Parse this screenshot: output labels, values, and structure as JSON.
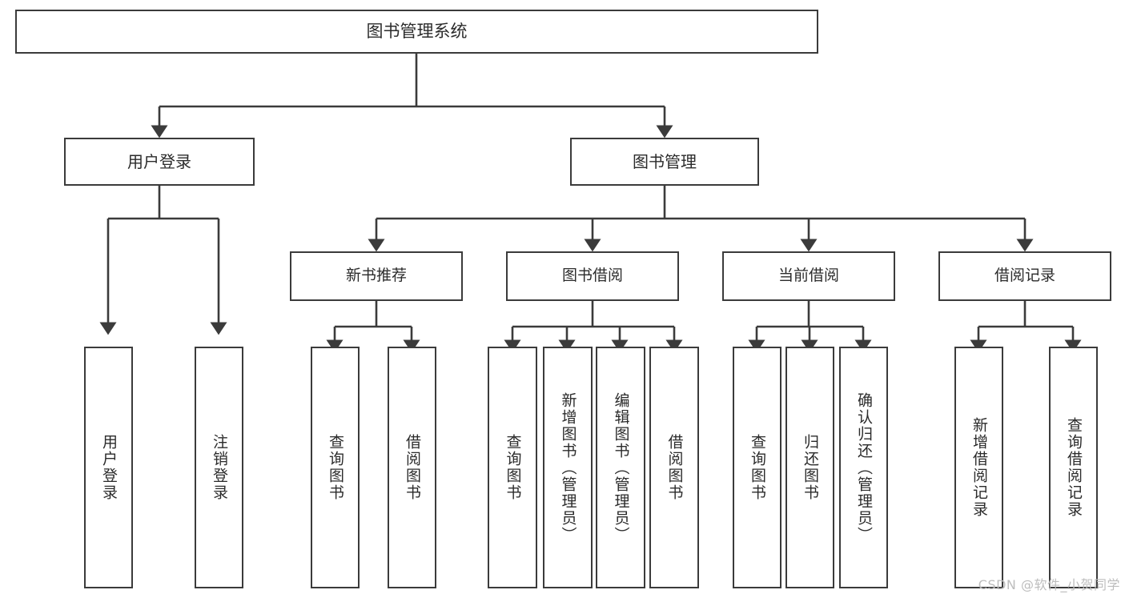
{
  "diagram": {
    "title": "图书管理系统",
    "watermark": "CSDN @软件_小贺同学",
    "colors": {
      "box_border": "#3b3b3b",
      "box_fill": "#ffffff",
      "connector": "#3b3b3b",
      "text": "#2b2b2b",
      "watermark": "#bdbdbd",
      "background": "#ffffff"
    },
    "nodes": {
      "root": {
        "label": "图书管理系统"
      },
      "level1": [
        {
          "label": "用户登录"
        },
        {
          "label": "图书管理"
        }
      ],
      "level2": [
        {
          "label": "新书推荐"
        },
        {
          "label": "图书借阅"
        },
        {
          "label": "当前借阅"
        },
        {
          "label": "借阅记录"
        }
      ],
      "leaves": {
        "user_login": [
          {
            "label": "用户登录"
          },
          {
            "label": "注销登录"
          }
        ],
        "new_book_recommend": [
          {
            "label": "查询图书"
          },
          {
            "label": "借阅图书"
          }
        ],
        "book_borrow": [
          {
            "label": "查询图书"
          },
          {
            "label": "新增图书（管理员）"
          },
          {
            "label": "编辑图书（管理员）"
          },
          {
            "label": "借阅图书"
          }
        ],
        "current_borrow": [
          {
            "label": "查询图书"
          },
          {
            "label": "归还图书"
          },
          {
            "label": "确认归还（管理员）"
          }
        ],
        "borrow_record": [
          {
            "label": "新增借阅记录"
          },
          {
            "label": "查询借阅记录"
          }
        ]
      }
    }
  }
}
